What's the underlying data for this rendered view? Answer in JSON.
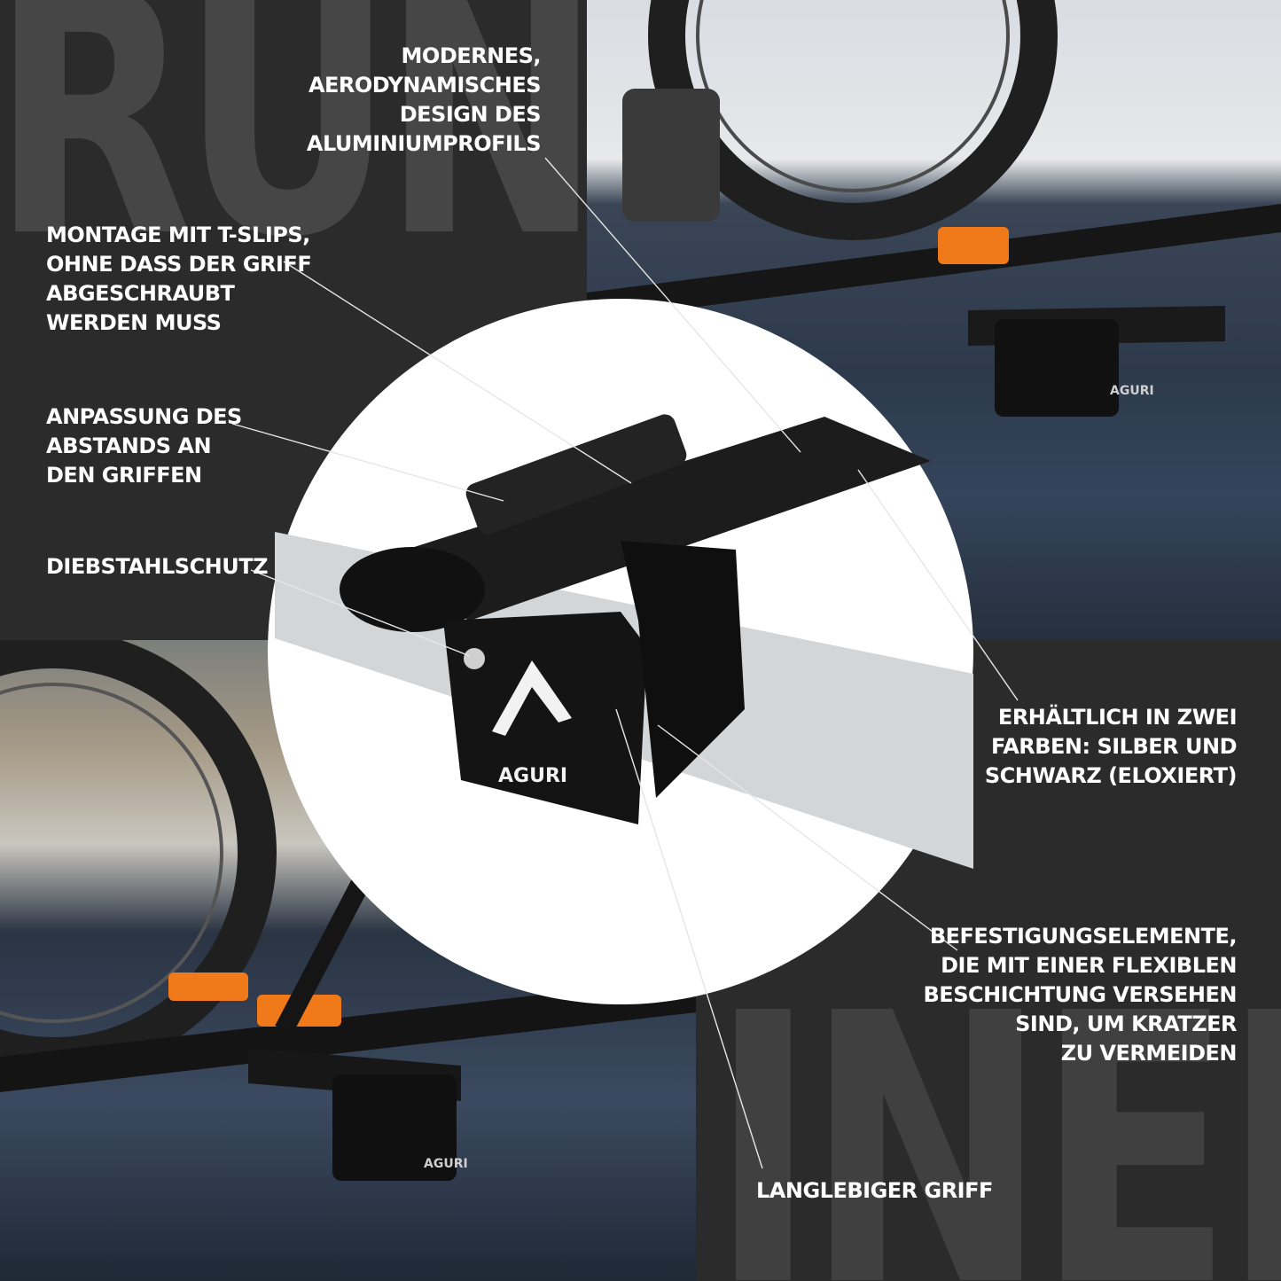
{
  "background_words": {
    "top": "RUN",
    "bottom": "INER"
  },
  "labels": {
    "design": "MODERNES,\nAERODYNAMISCHES\nDESIGN DES\nALUMINIUMPROFILS",
    "mounting": "MONTAGE MIT T-SLIPS,\nOHNE DASS DER GRIFF\nABGESCHRAUBT\nWERDEN MUSS",
    "spacing": "ANPASSUNG DES\nABSTANDS AN\nDEN GRIFFEN",
    "theft": "DIEBSTAHLSCHUTZ",
    "colors": "ERHÄLTLICH IN ZWEI\nFARBEN: SILBER UND\nSCHWARZ (ELOXIERT)",
    "fasteners": "BEFESTIGUNGSELEMENTE,\nDIE MIT EINER FLEXIBLEN\nBESCHICHTUNG VERSEHEN\nSIND, UM KRATZER\nZU VERMEIDEN",
    "handle": "LANGLEBIGER GRIFF"
  },
  "brand": {
    "logo_text": "AGURI",
    "accent": "#f07a1a"
  },
  "colors": {
    "panel_dark": "#2b2b2c",
    "label": "#ffffff",
    "leader": "#e6e6e6"
  }
}
